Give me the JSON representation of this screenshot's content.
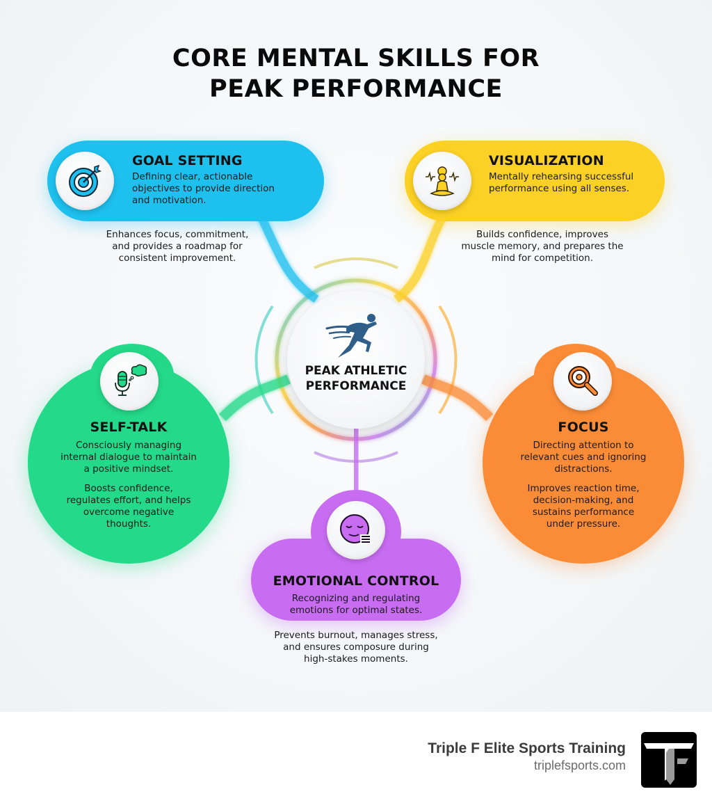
{
  "title": {
    "line1": "CORE MENTAL SKILLS FOR",
    "line2": "PEAK PERFORMANCE"
  },
  "hub": {
    "icon": "runner-icon",
    "line1": "PEAK ATHLETIC",
    "line2": "PERFORMANCE"
  },
  "skills": [
    {
      "id": "goal-setting",
      "title": "GOAL SETTING",
      "icon": "target-icon",
      "color": "#1ec0ee",
      "definition_lines": [
        "Defining clear, actionable",
        "objectives to provide direction",
        "and motivation."
      ],
      "benefit_lines": [
        "Enhances focus, commitment,",
        "and provides a roadmap for",
        "consistent improvement."
      ]
    },
    {
      "id": "visualization",
      "title": "VISUALIZATION",
      "icon": "meditation-icon",
      "color": "#fbd126",
      "definition_lines": [
        "Mentally rehearsing successful",
        "performance using all senses."
      ],
      "benefit_lines": [
        "Builds confidence, improves",
        "muscle memory, and prepares the",
        "mind for competition."
      ]
    },
    {
      "id": "self-talk",
      "title": "SELF-TALK",
      "icon": "microphone-thought-icon",
      "color": "#24d989",
      "definition_lines": [
        "Consciously managing",
        "internal dialogue to maintain",
        "a positive mindset."
      ],
      "benefit_lines": [
        "Boosts confidence,",
        "regulates effort, and helps",
        "overcome negative",
        "thoughts."
      ]
    },
    {
      "id": "focus",
      "title": "FOCUS",
      "icon": "magnifier-icon",
      "color": "#fb8c37",
      "definition_lines": [
        "Directing attention to",
        "relevant cues and ignoring",
        "distractions."
      ],
      "benefit_lines": [
        "Improves reaction time,",
        "decision-making, and",
        "sustains performance",
        "under pressure."
      ]
    },
    {
      "id": "emotional-control",
      "title": "EMOTIONAL CONTROL",
      "icon": "calm-face-icon",
      "color": "#c86df2",
      "definition_lines": [
        "Recognizing and regulating",
        "emotions for optimal states."
      ],
      "benefit_lines": [
        "Prevents burnout, manages stress,",
        "and ensures composure during",
        "high-stakes moments."
      ]
    }
  ],
  "footer": {
    "brand_name": "Triple F Elite Sports Training",
    "brand_url": "triplefsports.com",
    "logo": "triple-f-logo-icon"
  }
}
